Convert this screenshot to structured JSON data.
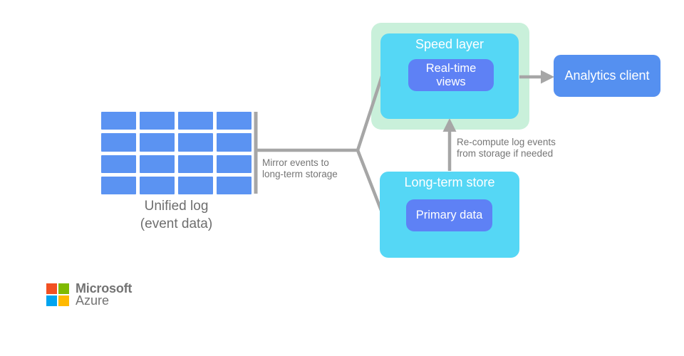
{
  "diagram": {
    "unified_log": {
      "rows": 4,
      "cols": 4,
      "caption_line1": "Unified log",
      "caption_line2": "(event data)"
    },
    "mirror_note": {
      "line1": "Mirror events to",
      "line2": "long-term storage"
    },
    "speed_layer": {
      "title": "Speed layer",
      "inner_line1": "Real-time",
      "inner_line2": "views"
    },
    "long_term_store": {
      "title": "Long-term store",
      "inner_label": "Primary data"
    },
    "analytics_client": {
      "label": "Analytics client"
    },
    "recompute_note": {
      "line1": "Re-compute log events",
      "line2": "from storage if needed"
    }
  },
  "footer": {
    "logo_line1": "Microsoft",
    "logo_line2": "Azure"
  },
  "colors": {
    "grid-blue": "#5b93f2",
    "cyan": "#55d7f5",
    "mint": "#c9f0da",
    "periwinkle": "#5e81f5",
    "analytics-blue": "#5590f0",
    "connector": "#a6a6a6",
    "label-gray": "#757575",
    "caption-gray": "#6e6e6e",
    "ms-red": "#f25022",
    "ms-green": "#7fba00",
    "ms-blue": "#00a4ef",
    "ms-yellow": "#ffb900",
    "logo-text": "#737373"
  }
}
